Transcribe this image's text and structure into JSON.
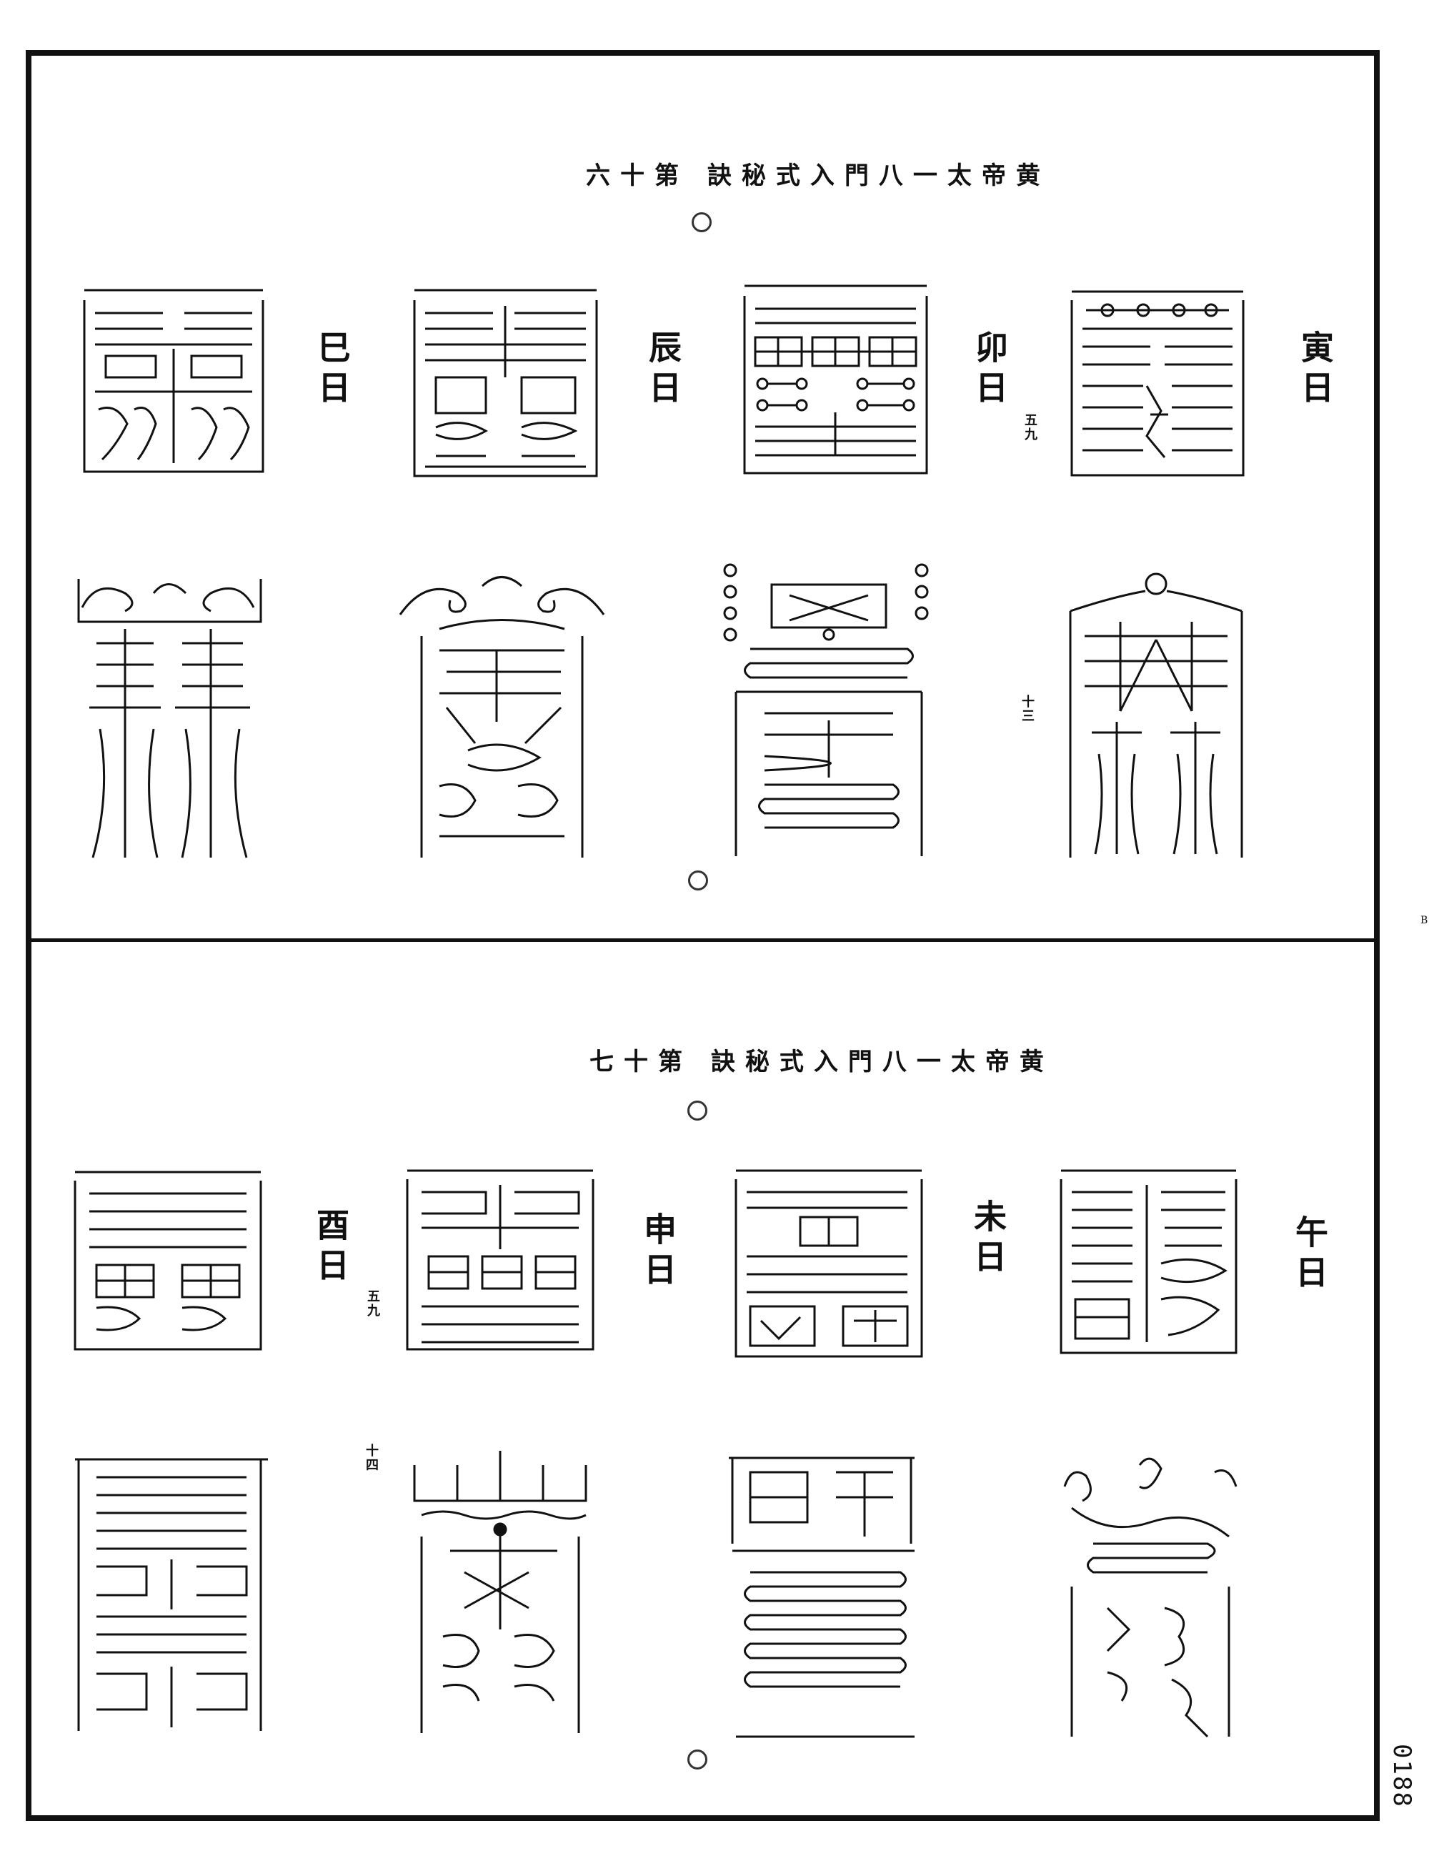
{
  "panels": [
    {
      "header": "黄帝太一八門入式秘訣 第十六",
      "days": [
        {
          "label": "寅日",
          "note": "",
          "number": ""
        },
        {
          "label": "卯日",
          "note": "五九",
          "number": "十三"
        },
        {
          "label": "辰日",
          "note": "",
          "number": ""
        },
        {
          "label": "巳日",
          "note": "",
          "number": ""
        }
      ]
    },
    {
      "header": "黄帝太一八門入式秘訣 第十七",
      "days": [
        {
          "label": "午日",
          "note": "",
          "number": ""
        },
        {
          "label": "未日",
          "note": "",
          "number": ""
        },
        {
          "label": "申日",
          "note": "",
          "number": "十四"
        },
        {
          "label": "酉日",
          "note": "五九",
          "number": ""
        }
      ]
    }
  ],
  "page_number": "0188",
  "stray_mark": "B"
}
